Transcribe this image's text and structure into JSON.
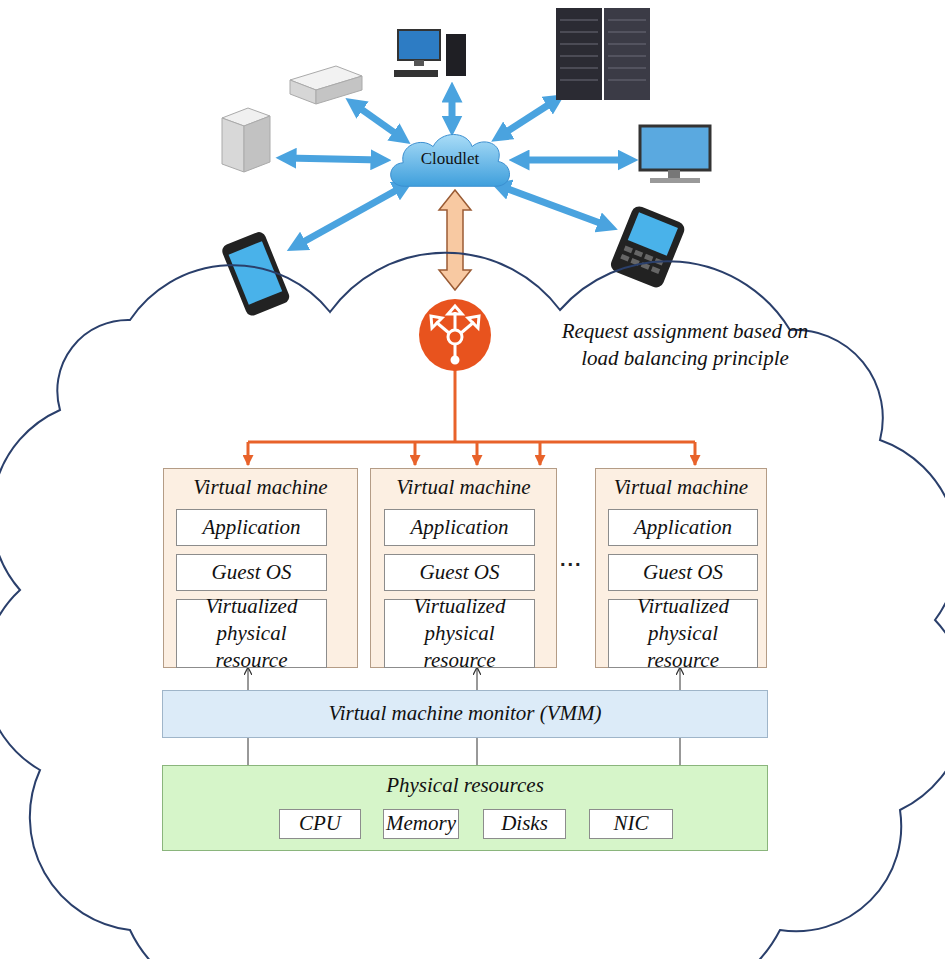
{
  "diagram": {
    "nodes": [
      {
        "text": [
          "Cloudlet"
        ]
      },
      {
        "text": [
          "Request assignment based on load balancing principle"
        ]
      },
      {
        "text": [
          "Virtual machine"
        ],
        "in": 1
      },
      {
        "text": [
          "Application"
        ],
        "in": 2
      },
      {
        "text": [
          "Guest OS"
        ],
        "in": 2
      },
      {
        "text": [
          "Virtualized physical resource"
        ],
        "in": 2
      },
      {
        "text": [
          "Virtual machine"
        ],
        "in": 1
      },
      {
        "text": [
          "Application"
        ],
        "in": 6
      },
      {
        "text": [
          "Guest OS"
        ],
        "in": 6
      },
      {
        "text": [
          "Virtualized physical resource"
        ],
        "in": 6
      },
      {
        "text": [
          "Virtual machine"
        ],
        "in": 1
      },
      {
        "text": [
          "Application"
        ],
        "in": 10
      },
      {
        "text": [
          "Guest OS"
        ],
        "in": 10
      },
      {
        "text": [
          "Virtualized physical resource"
        ],
        "in": 10
      },
      {
        "text": [
          "Virtual machine monitor (VMM)"
        ],
        "in": 1
      },
      {
        "text": [
          "Physical resources"
        ],
        "in": 1
      },
      {
        "text": [
          "CPU"
        ],
        "in": 15
      },
      {
        "text": [
          "Memory"
        ],
        "in": 15
      },
      {
        "text": [
          "Disks"
        ],
        "in": 15
      },
      {
        "text": [
          "NIC"
        ],
        "in": 15
      }
    ],
    "edges": [
      {
        "from": 0,
        "to": 1,
        "arrow": "both"
      },
      {
        "from": 14,
        "to": 2,
        "arrow": "to"
      },
      {
        "from": 14,
        "to": 6,
        "arrow": "to"
      },
      {
        "from": 14,
        "to": 10,
        "arrow": "to"
      },
      {
        "from": 15,
        "to": 14,
        "arrow": "none"
      },
      {
        "from": 15,
        "to": 14,
        "arrow": "none"
      },
      {
        "from": 15,
        "to": 14,
        "arrow": "none"
      }
    ],
    "labels": [
      "..."
    ]
  }
}
